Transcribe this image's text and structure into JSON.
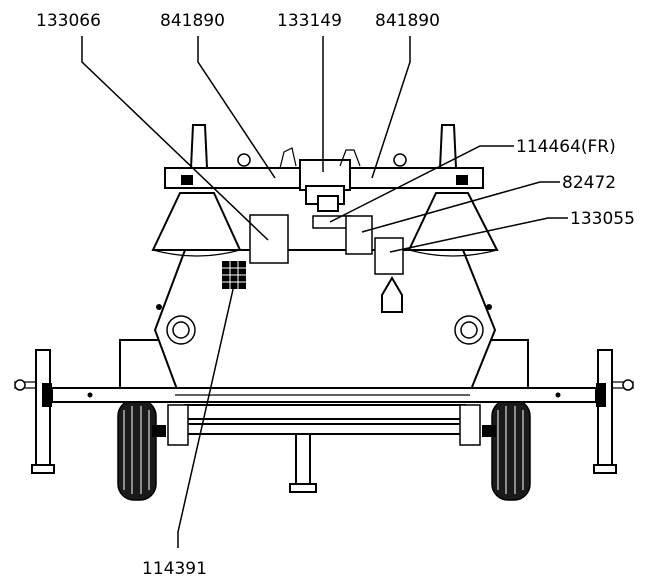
{
  "labels": {
    "top_1": "133066",
    "top_2": "841890",
    "top_3": "133149",
    "top_4": "841890",
    "right_1": "114464(FR)",
    "right_2": "82472",
    "right_3": "133055",
    "bottom_1": "114391"
  }
}
